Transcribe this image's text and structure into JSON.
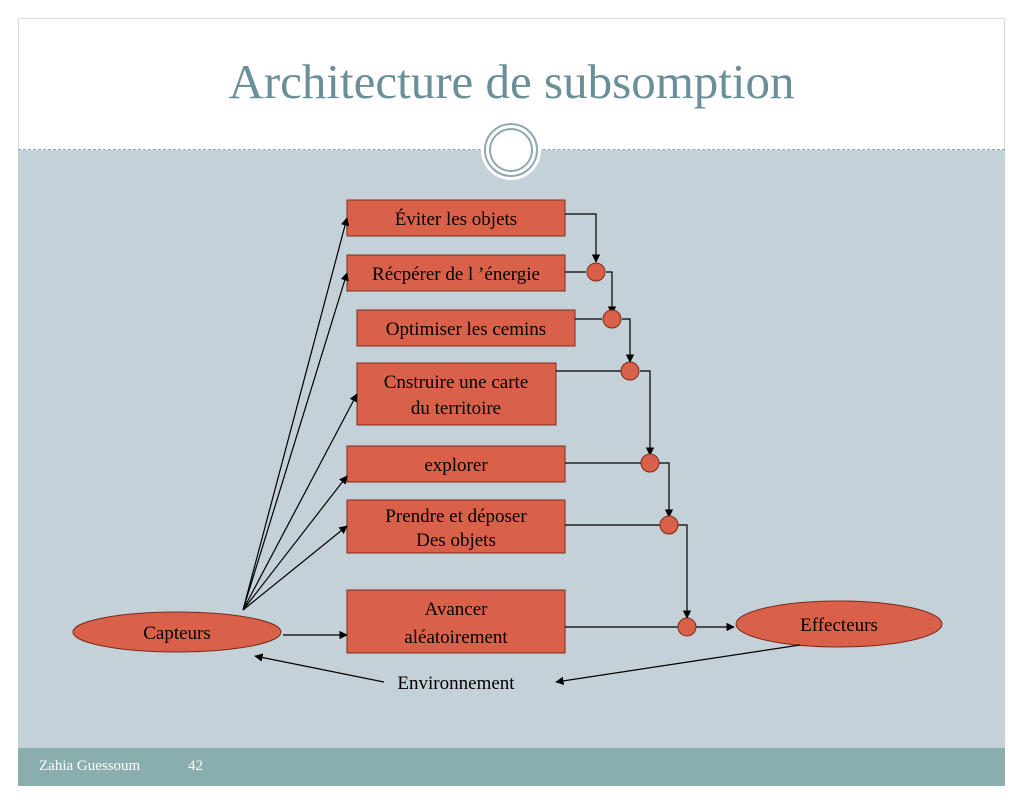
{
  "slide": {
    "title": "Architecture de subsomption",
    "footer_author": "Zahia Guessoum",
    "footer_page": "42"
  },
  "diagram": {
    "behaviors": [
      {
        "id": "eviter",
        "lines": [
          "Éviter les objets"
        ]
      },
      {
        "id": "energie",
        "lines": [
          "Récpérer de l ’énergie"
        ]
      },
      {
        "id": "chemins",
        "lines": [
          "Optimiser les cemins"
        ]
      },
      {
        "id": "carte",
        "lines": [
          "Cnstruire une carte",
          "du territoire"
        ]
      },
      {
        "id": "explorer",
        "lines": [
          "explorer"
        ]
      },
      {
        "id": "prendre",
        "lines": [
          "Prendre et déposer",
          "Des objets"
        ]
      },
      {
        "id": "avancer",
        "lines": [
          "Avancer",
          "aléatoirement"
        ]
      }
    ],
    "sensors_label": "Capteurs",
    "effectors_label": "Effecteurs",
    "environment_label": "Environnement",
    "colors": {
      "box_fill": "#d9614a",
      "box_stroke": "#7a2a1a",
      "node_fill": "#d9614a",
      "line": "#000000",
      "title": "#6b8f99",
      "body_bg": "#c5d1d8",
      "footer_bg": "#8aadad"
    }
  }
}
